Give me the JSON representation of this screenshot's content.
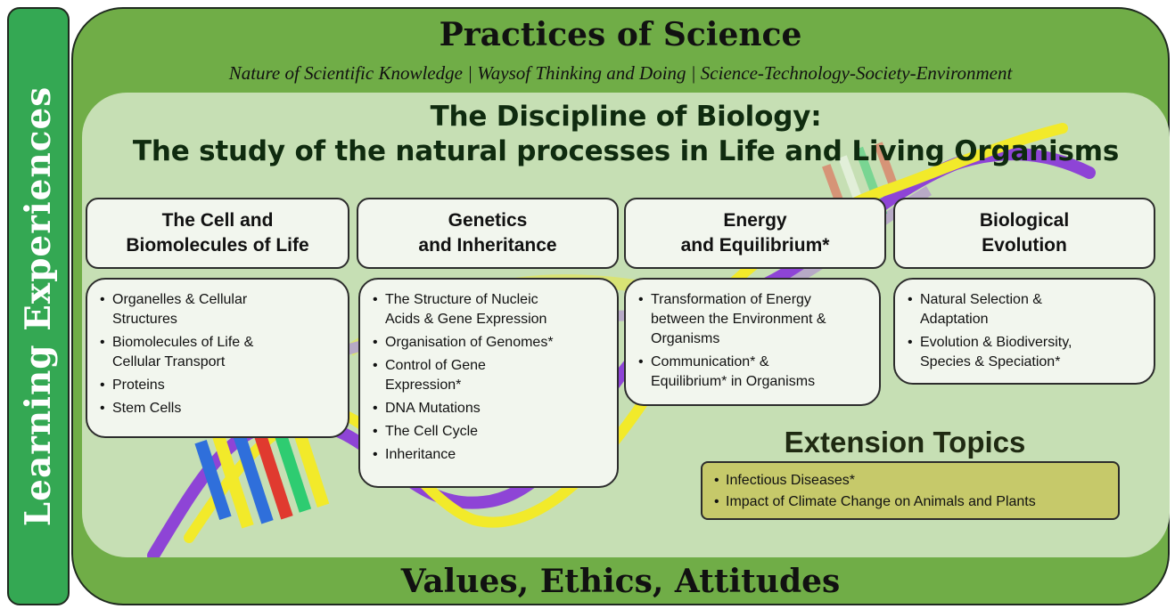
{
  "side_label": "Learning Experiences",
  "practices": {
    "title": "Practices of Science",
    "subtitle": "Nature of Scientific Knowledge | Waysof Thinking and Doing | Science-Technology-Society-Environment"
  },
  "discipline": {
    "line1": "The Discipline of Biology:",
    "line2": "The study of the natural processes in Life and Living Organisms"
  },
  "columns": [
    {
      "heading": [
        "The Cell and",
        "Biomolecules of Life"
      ],
      "topics": [
        [
          "Organelles & Cellular",
          "Structures"
        ],
        [
          "Biomolecules of Life &",
          "Cellular Transport"
        ],
        [
          "Proteins"
        ],
        [
          "Stem Cells"
        ]
      ]
    },
    {
      "heading": [
        "Genetics",
        "and Inheritance"
      ],
      "topics": [
        [
          "The Structure of Nucleic",
          "Acids & Gene Expression"
        ],
        [
          "Organisation of Genomes*"
        ],
        [
          "Control of Gene",
          "Expression*"
        ],
        [
          "DNA Mutations"
        ],
        [
          "The Cell Cycle"
        ],
        [
          "Inheritance"
        ]
      ]
    },
    {
      "heading": [
        "Energy",
        "and Equilibrium*"
      ],
      "topics": [
        [
          "Transformation of Energy",
          "between the Environment &",
          "Organisms"
        ],
        [
          "Communication* &",
          "Equilibrium* in Organisms"
        ]
      ]
    },
    {
      "heading": [
        "Biological",
        "Evolution"
      ],
      "topics": [
        [
          "Natural Selection &",
          "Adaptation"
        ],
        [
          "Evolution & Biodiversity,",
          "Species & Speciation*"
        ]
      ]
    }
  ],
  "extension": {
    "title": "Extension Topics",
    "items": [
      "Infectious Diseases*",
      "Impact of Climate Change on Animals and Plants"
    ]
  },
  "values": {
    "title": "Values, Ethics, Attitudes"
  },
  "colors": {
    "learning_bar": "#34a853",
    "outer_panel": "#70ad47",
    "inner_panel": "#c6dfb4",
    "extension_box": "#c6c96a",
    "dna_purple": "#8e44d6",
    "dna_yellow": "#f2ea2a"
  }
}
